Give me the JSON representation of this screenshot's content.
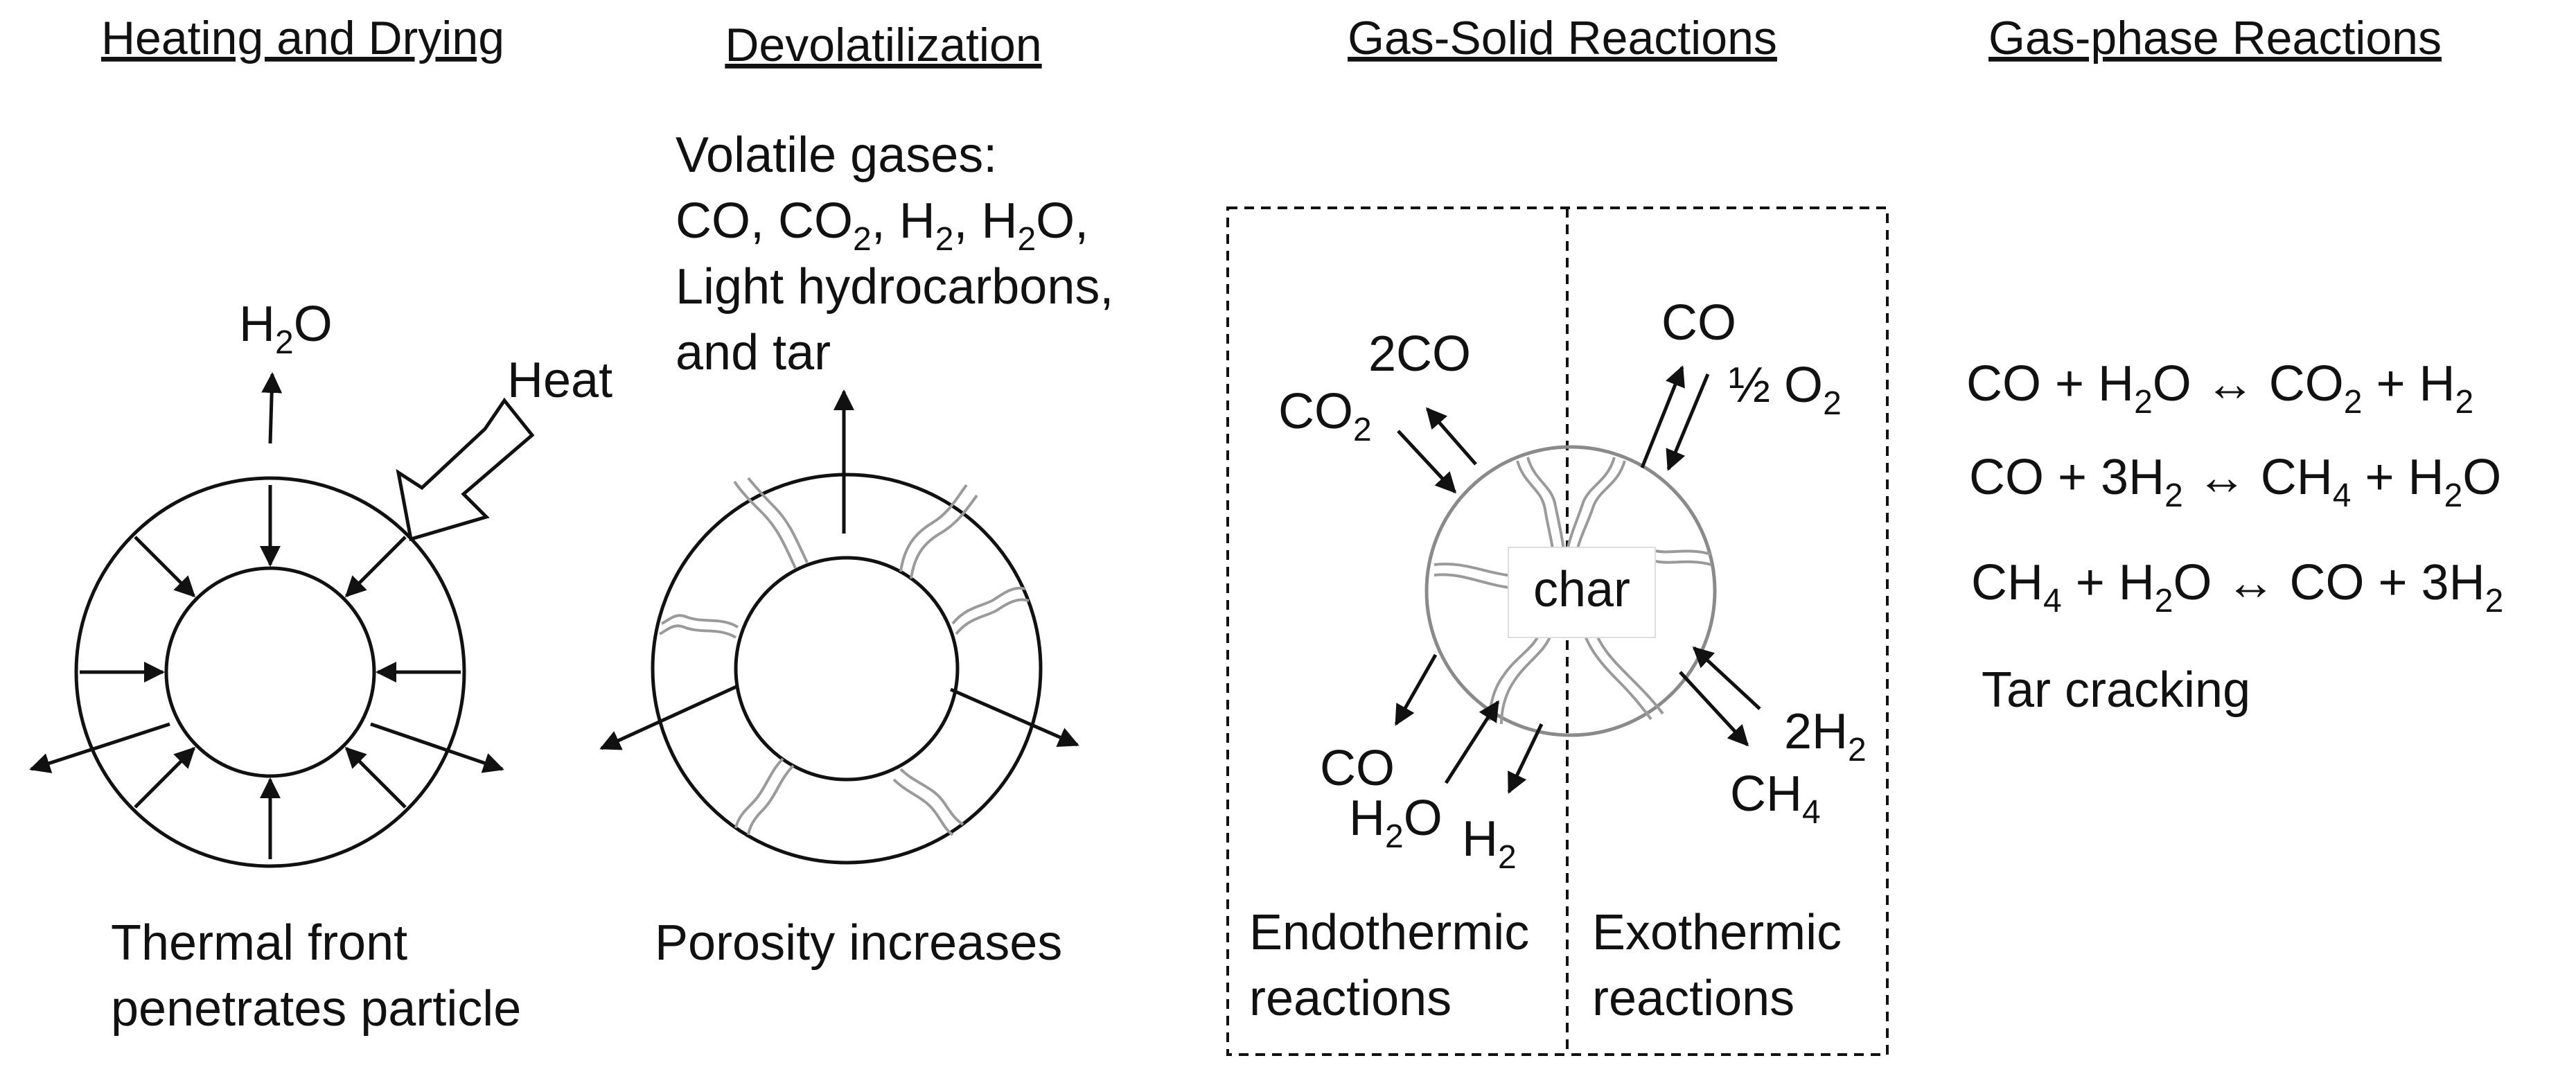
{
  "titles": {
    "heating": "Heating and Drying",
    "devol": "Devolatilization",
    "gas_solid": "Gas-Solid Reactions",
    "gas_phase": "Gas-phase Reactions"
  },
  "heating": {
    "h2o": {
      "main": "H",
      "sub": "2",
      "rest": "O"
    },
    "heat": "Heat",
    "caption_line1": "Thermal front",
    "caption_line2": "penetrates particle"
  },
  "devol": {
    "volatile_line1": "Volatile gases:",
    "volatile_line2_a": "CO, CO",
    "volatile_line2_sub1": "2",
    "volatile_line2_b": ", H",
    "volatile_line2_sub2": "2",
    "volatile_line2_c": ", H",
    "volatile_line2_sub3": "2",
    "volatile_line2_d": "O,",
    "volatile_line3": "Light hydrocarbons,",
    "volatile_line4": "and tar",
    "caption": "Porosity increases"
  },
  "gas_solid": {
    "char": "char",
    "two_co": "2CO",
    "co2": {
      "main": "CO",
      "sub": "2"
    },
    "co_top": "CO",
    "half_o2": {
      "main": "½ O",
      "sub": "2"
    },
    "co_bottom": "CO",
    "h2o": {
      "main": "H",
      "sub": "2",
      "rest": "O"
    },
    "h2": {
      "main": "H",
      "sub": "2"
    },
    "two_h2": {
      "main": "2H",
      "sub": "2"
    },
    "ch4": {
      "main": "CH",
      "sub": "4"
    },
    "endo_line1": "Endothermic",
    "endo_line2": "reactions",
    "exo_line1": "Exothermic",
    "exo_line2": "reactions"
  },
  "gas_phase": {
    "r1": {
      "a": "CO + H",
      "s1": "2",
      "b": "O ↔ CO",
      "s2": "2",
      "c": " + H",
      "s3": "2"
    },
    "r2": {
      "a": "CO + 3H",
      "s1": "2",
      "b": " ↔ CH",
      "s2": "4",
      "c": " + H",
      "s3": "2",
      "d": "O"
    },
    "r3": {
      "a": "CH",
      "s1": "4",
      "b": " + H",
      "s2": "2",
      "c": "O ↔ CO + 3H",
      "s3": "2"
    },
    "r4": "Tar cracking"
  }
}
